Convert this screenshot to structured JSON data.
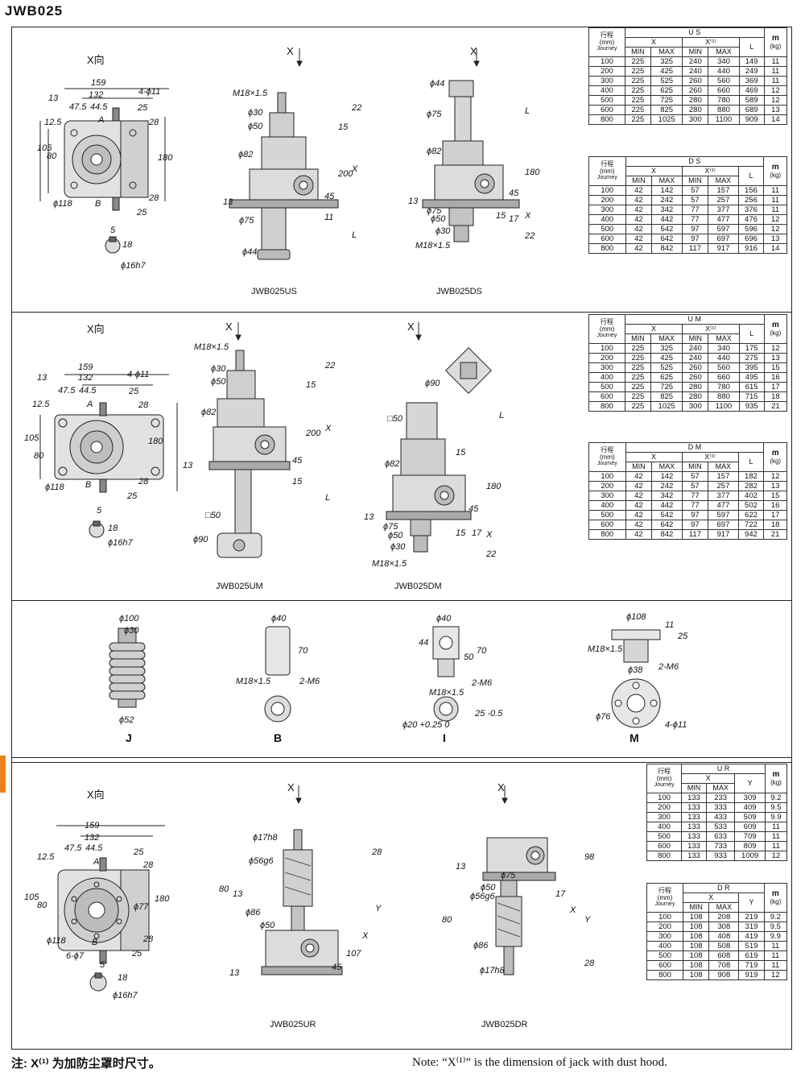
{
  "page": {
    "title": "JWB025",
    "note_zh": "注: X⁽¹⁾ 为加防尘罩时尺寸。",
    "note_en": "Note: “X⁽¹⁾” is the dimension of jack with dust hood."
  },
  "labels": {
    "x_direction": "X向",
    "x_arrow": "X",
    "view_dims_1": [
      "159",
      "132",
      "13",
      "47.5",
      "44.5",
      "4-ϕ11",
      "12.5",
      "105",
      "80",
      "A",
      "B",
      "ϕ118",
      "180",
      "25",
      "28",
      "28",
      "25",
      "5",
      "18",
      "ϕ16h7"
    ],
    "view_dims_ur": [
      "159",
      "132",
      "12.5",
      "47.5",
      "44.5",
      "25",
      "28",
      "105",
      "80",
      "A",
      "B",
      "ϕ77",
      "ϕ118",
      "6-ϕ7",
      "180",
      "28",
      "25",
      "5",
      "18",
      "ϕ16h7"
    ]
  },
  "drawings": {
    "us": {
      "model": "JWB025US",
      "dims": [
        "M18×1.5",
        "ϕ30",
        "ϕ50",
        "ϕ82",
        "13",
        "ϕ75",
        "ϕ44",
        "22",
        "15",
        "200",
        "X",
        "45",
        "11",
        "L"
      ]
    },
    "ds": {
      "model": "JWB025DS",
      "dims": [
        "ϕ44",
        "ϕ75",
        "ϕ82",
        "13",
        "ϕ75",
        "ϕ50",
        "ϕ30",
        "M18×1.5",
        "L",
        "180",
        "X",
        "45",
        "15",
        "17",
        "22"
      ]
    },
    "um": {
      "model": "JWB025UM",
      "dims": [
        "M18×1.5",
        "ϕ30",
        "ϕ50",
        "ϕ82",
        "13",
        "□50",
        "ϕ90",
        "22",
        "15",
        "200",
        "X",
        "45",
        "15",
        "L"
      ]
    },
    "dm": {
      "model": "JWB025DM",
      "dims": [
        "ϕ90",
        "□50",
        "ϕ82",
        "13",
        "ϕ75",
        "ϕ50",
        "ϕ30",
        "M18×1.5",
        "L",
        "15",
        "180",
        "45",
        "15",
        "17",
        "X",
        "22"
      ]
    },
    "ur": {
      "model": "JWB025UR",
      "dims": [
        "ϕ17h8",
        "ϕ56g6",
        "80",
        "13",
        "ϕ86",
        "ϕ50",
        "13",
        "28",
        "Y",
        "X",
        "45",
        "107"
      ]
    },
    "dr": {
      "model": "JWB025DR",
      "dims": [
        "13",
        "ϕ75",
        "ϕ50",
        "ϕ56g6",
        "80",
        "ϕ86",
        "ϕ17h8",
        "98",
        "17",
        "X",
        "Y",
        "28"
      ]
    }
  },
  "accessories": [
    {
      "name": "J",
      "dims": [
        "ϕ100",
        "ϕ30",
        "ϕ52"
      ]
    },
    {
      "name": "B",
      "dims": [
        "ϕ40",
        "70",
        "M18×1.5",
        "2-M6"
      ]
    },
    {
      "name": "I",
      "dims": [
        "ϕ40",
        "44",
        "50",
        "70",
        "2-M6",
        "M18×1.5",
        "ϕ20 +0.25 0",
        "25 -0.5"
      ]
    },
    {
      "name": "M",
      "dims": [
        "ϕ108",
        "11",
        "25",
        "M18×1.5",
        "ϕ38",
        "2-M6",
        "ϕ76",
        "4-ϕ11"
      ]
    }
  ],
  "tables": {
    "journey_header": {
      "zh": "行程",
      "unit": "(mm)",
      "en": "Journey"
    },
    "m_header": {
      "m": "m",
      "unit": "(kg)"
    },
    "us": {
      "name": "U S",
      "cols": [
        "X",
        "X⁽¹⁾",
        "L"
      ],
      "rows": [
        [
          "100",
          "225",
          "325",
          "240",
          "340",
          "149",
          "11"
        ],
        [
          "200",
          "225",
          "425",
          "240",
          "440",
          "249",
          "11"
        ],
        [
          "300",
          "225",
          "525",
          "260",
          "560",
          "369",
          "11"
        ],
        [
          "400",
          "225",
          "625",
          "260",
          "660",
          "469",
          "12"
        ],
        [
          "500",
          "225",
          "725",
          "280",
          "780",
          "589",
          "12"
        ],
        [
          "600",
          "225",
          "825",
          "280",
          "880",
          "689",
          "13"
        ],
        [
          "800",
          "225",
          "1025",
          "300",
          "1100",
          "909",
          "14"
        ]
      ]
    },
    "ds": {
      "name": "D S",
      "cols": [
        "X",
        "X⁽¹⁾",
        "L"
      ],
      "rows": [
        [
          "100",
          "42",
          "142",
          "57",
          "157",
          "156",
          "11"
        ],
        [
          "200",
          "42",
          "242",
          "57",
          "257",
          "256",
          "11"
        ],
        [
          "300",
          "42",
          "342",
          "77",
          "377",
          "376",
          "11"
        ],
        [
          "400",
          "42",
          "442",
          "77",
          "477",
          "476",
          "12"
        ],
        [
          "500",
          "42",
          "542",
          "97",
          "597",
          "596",
          "12"
        ],
        [
          "600",
          "42",
          "642",
          "97",
          "697",
          "696",
          "13"
        ],
        [
          "800",
          "42",
          "842",
          "117",
          "917",
          "916",
          "14"
        ]
      ]
    },
    "um": {
      "name": "U M",
      "cols": [
        "X",
        "X⁽¹⁾",
        "L"
      ],
      "rows": [
        [
          "100",
          "225",
          "325",
          "240",
          "340",
          "175",
          "12"
        ],
        [
          "200",
          "225",
          "425",
          "240",
          "440",
          "275",
          "13"
        ],
        [
          "300",
          "225",
          "525",
          "260",
          "560",
          "395",
          "15"
        ],
        [
          "400",
          "225",
          "625",
          "260",
          "660",
          "495",
          "16"
        ],
        [
          "500",
          "225",
          "725",
          "280",
          "780",
          "615",
          "17"
        ],
        [
          "600",
          "225",
          "825",
          "280",
          "880",
          "715",
          "18"
        ],
        [
          "800",
          "225",
          "1025",
          "300",
          "1100",
          "935",
          "21"
        ]
      ]
    },
    "dm": {
      "name": "D M",
      "cols": [
        "X",
        "X⁽¹⁾",
        "L"
      ],
      "rows": [
        [
          "100",
          "42",
          "142",
          "57",
          "157",
          "182",
          "12"
        ],
        [
          "200",
          "42",
          "242",
          "57",
          "257",
          "282",
          "13"
        ],
        [
          "300",
          "42",
          "342",
          "77",
          "377",
          "402",
          "15"
        ],
        [
          "400",
          "42",
          "442",
          "77",
          "477",
          "502",
          "16"
        ],
        [
          "500",
          "42",
          "542",
          "97",
          "597",
          "622",
          "17"
        ],
        [
          "600",
          "42",
          "642",
          "97",
          "697",
          "722",
          "18"
        ],
        [
          "800",
          "42",
          "842",
          "117",
          "917",
          "942",
          "21"
        ]
      ]
    },
    "ur": {
      "name": "U R",
      "cols": [
        "X",
        "Y"
      ],
      "rows": [
        [
          "100",
          "133",
          "233",
          "309",
          "9.2"
        ],
        [
          "200",
          "133",
          "333",
          "409",
          "9.5"
        ],
        [
          "300",
          "133",
          "433",
          "509",
          "9.9"
        ],
        [
          "400",
          "133",
          "533",
          "609",
          "11"
        ],
        [
          "500",
          "133",
          "633",
          "709",
          "11"
        ],
        [
          "600",
          "133",
          "733",
          "809",
          "11"
        ],
        [
          "800",
          "133",
          "933",
          "1009",
          "12"
        ]
      ]
    },
    "dr": {
      "name": "D R",
      "cols": [
        "X",
        "Y"
      ],
      "rows": [
        [
          "100",
          "108",
          "208",
          "219",
          "9.2"
        ],
        [
          "200",
          "108",
          "308",
          "319",
          "9.5"
        ],
        [
          "300",
          "108",
          "408",
          "419",
          "9.9"
        ],
        [
          "400",
          "108",
          "508",
          "519",
          "11"
        ],
        [
          "500",
          "108",
          "608",
          "619",
          "11"
        ],
        [
          "600",
          "108",
          "708",
          "719",
          "11"
        ],
        [
          "800",
          "108",
          "908",
          "919",
          "12"
        ]
      ]
    }
  },
  "colors": {
    "line": "#222222",
    "fill": "#d8d8d8",
    "dark": "#9a9a9a",
    "accent": "#e8821e"
  }
}
